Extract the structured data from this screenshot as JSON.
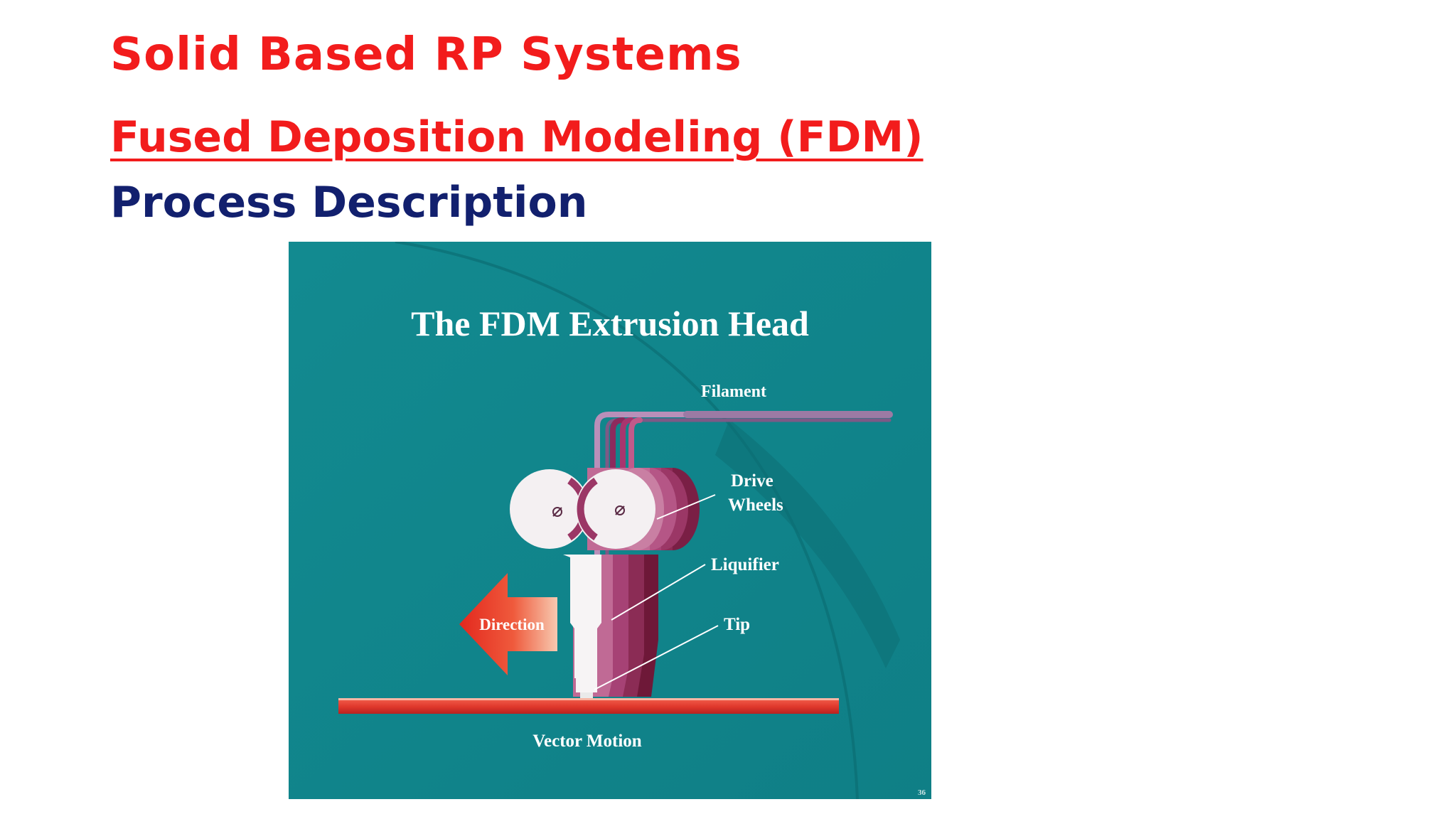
{
  "slide": {
    "title": "Solid Based RP Systems",
    "subtitle": "Fused Deposition Modeling (FDM)",
    "heading": "Process Description"
  },
  "figure": {
    "title": "The FDM Extrusion Head",
    "labels": {
      "filament": "Filament",
      "drive_line1": "Drive",
      "drive_line2": "Wheels",
      "liquifier": "Liquifier",
      "tip": "Tip",
      "direction": "Direction",
      "vector_motion": "Vector Motion",
      "page_number": "36"
    },
    "colors": {
      "background": "#138a8f",
      "filament": "#9a6c9a",
      "body_shadow": "#7a1f45",
      "rail": "#e8433a",
      "arrow": "#e83a2c"
    }
  }
}
